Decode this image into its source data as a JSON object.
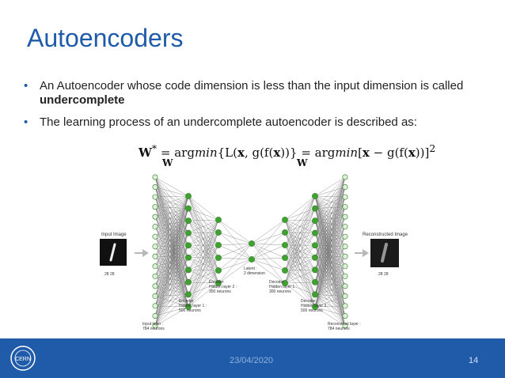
{
  "slide": {
    "title": "Autoencoders",
    "bullet1_prefix": "An Autoencoder whose code dimension is less than the input dimension is called ",
    "bullet1_bold": "undercomplete",
    "bullet2": "The learning process of an undercomplete autoencoder is described as:",
    "bullet_marker": "•"
  },
  "formula": {
    "lhs": "W",
    "star": "*",
    "eq": " = arg",
    "min": "min",
    "part1": "{L(",
    "x": "x",
    "part2": ", g(f(",
    "part3": "))} = arg",
    "part4": "[",
    "part5": " − g(f(",
    "part6": "))]",
    "sq": "2",
    "sub": "W"
  },
  "figure": {
    "input_label": "Input Image",
    "output_label": "Reconstructed Image",
    "input_dims": "28   28",
    "output_dims": "28   28",
    "encoder_h1": "Encoder\nHidden layer 1 :\n500 neurons",
    "encoder_h2": "Encoder\nHidden layer 2 :\n300 neurons",
    "latent": "Latent :\n2 dimension",
    "decoder_h1": "Decoder\nHidden layer 1 :\n300 neurons",
    "decoder_h2": "Decoder\nHidden layer 2 :\n500 neurons",
    "input_layer": "Input layer :\n784 neurons",
    "reconstruct_layer": "Reconstruct layer :\n784 neurons"
  },
  "footer": {
    "date": "23/04/2020",
    "page": "14",
    "logo_text": "CERN"
  },
  "colors": {
    "title": "#1f5ba8",
    "footer": "#1f5ba8",
    "neuron": "#3ea32e",
    "neuron_pale": "#dff0da"
  }
}
